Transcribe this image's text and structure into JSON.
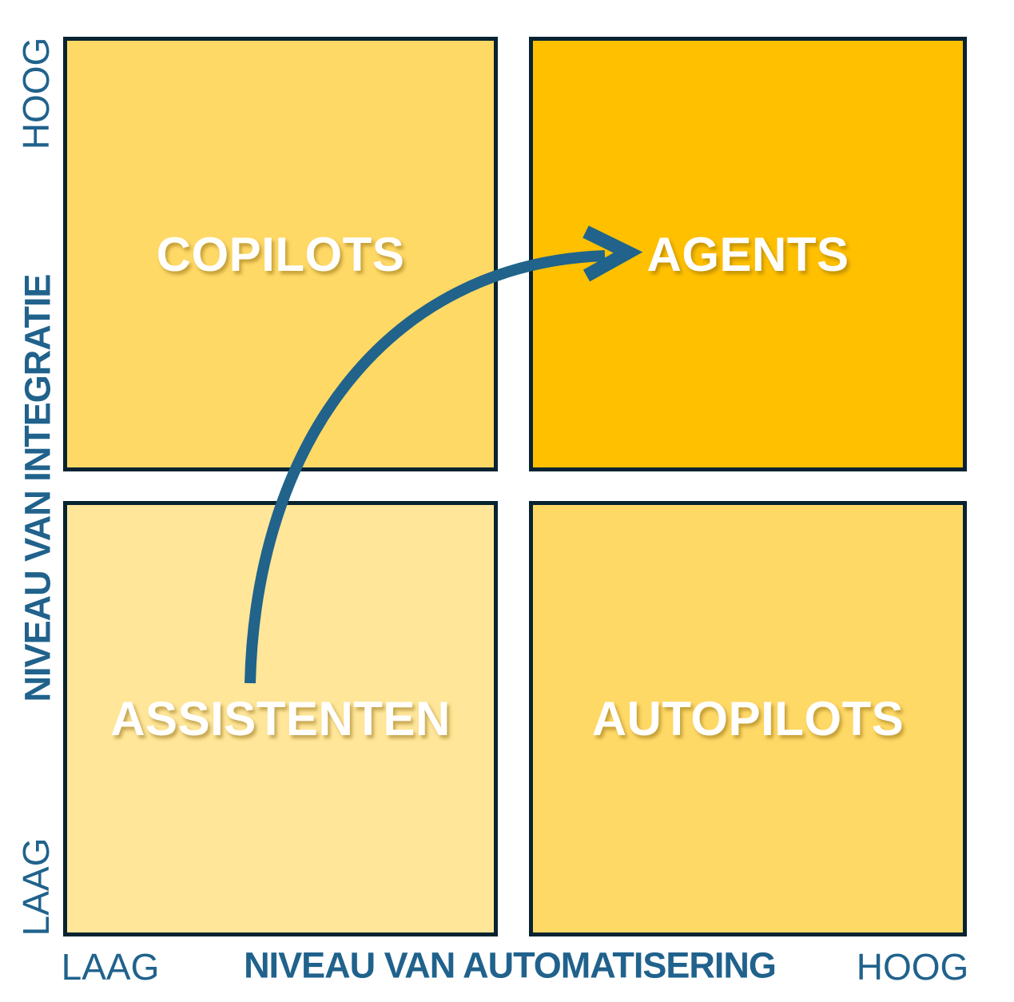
{
  "matrix": {
    "quadrants": [
      {
        "label": "COPILOTS",
        "position": "top-left",
        "color": "#FFD966"
      },
      {
        "label": "AGENTS",
        "position": "top-right",
        "color": "#FFC000"
      },
      {
        "label": "ASSISTENTEN",
        "position": "bottom-left",
        "color": "#FFE699"
      },
      {
        "label": "AUTOPILOTS",
        "position": "bottom-right",
        "color": "#FFD966"
      }
    ],
    "y_axis": {
      "title": "NIVEAU VAN INTEGRATIE",
      "high_label": "HOOG",
      "low_label": "LAAG"
    },
    "x_axis": {
      "title": "NIVEAU VAN AUTOMATISERING",
      "low_label": "LAAG",
      "high_label": "HOOG"
    },
    "arrow": {
      "from": "ASSISTENTEN",
      "to": "AGENTS",
      "color": "#21638A"
    },
    "colors": {
      "quadrant_border": "#082331",
      "axis_text": "#20628C",
      "quadrant_label_text": "#FFFFFF"
    }
  }
}
